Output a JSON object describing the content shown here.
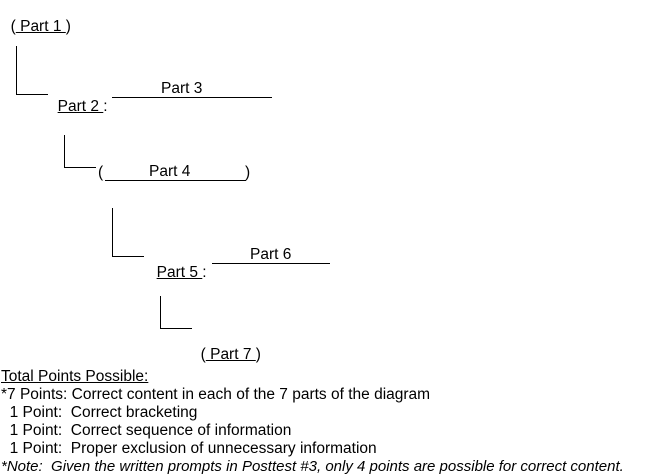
{
  "diagram": {
    "part1": {
      "open": "(",
      "label": " Part 1 ",
      "close": ")"
    },
    "part2": {
      "label": "Part 2 ",
      "sep": ":"
    },
    "part3": {
      "label": "Part 3"
    },
    "part4": {
      "open": "(",
      "label": "Part 4",
      "close": ")"
    },
    "part5": {
      "label": "Part 5 ",
      "sep": ":"
    },
    "part6": {
      "label": "Part 6"
    },
    "part7": {
      "open": "(",
      "label": " Part 7 ",
      "close": ")"
    }
  },
  "scoring": {
    "heading": "Total Points Possible:",
    "lines": [
      "*7 Points: Correct content in each of the 7 parts of the diagram",
      "  1 Point:  Correct bracketing",
      "  1 Point:  Correct sequence of information",
      "  1 Point:  Proper exclusion of unnecessary information"
    ],
    "note": "*Note:  Given the written prompts in Posttest #3, only 4 points are possible for correct content."
  }
}
